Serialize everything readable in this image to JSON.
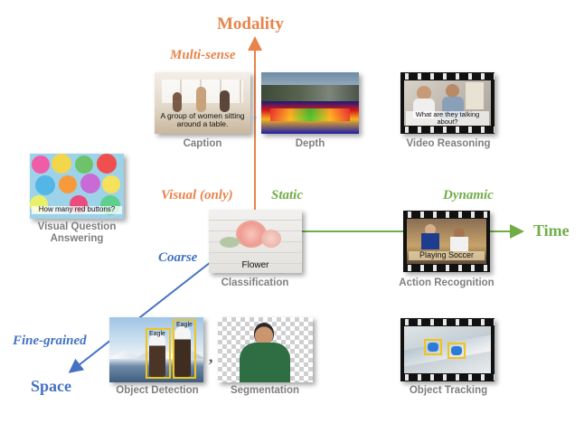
{
  "axes": {
    "modality": "Modality",
    "time": "Time",
    "space": "Space"
  },
  "annotations": {
    "multi_sense": "Multi-sense",
    "visual_only_prefix": "Visual (",
    "visual_only_word": "only",
    "visual_only_suffix": ")",
    "static": "Static",
    "dynamic": "Dynamic",
    "coarse": "Coarse",
    "fine_grained": "Fine-grained"
  },
  "tasks": {
    "caption": {
      "label": "Caption",
      "overlay": "A group of women sitting around a table."
    },
    "depth": {
      "label": "Depth"
    },
    "video_reasoning": {
      "label": "Video Reasoning",
      "overlay": "What are they talking about?"
    },
    "vqa": {
      "label_line1": "Visual Question",
      "label_line2": "Answering",
      "overlay": "How many red buttons?"
    },
    "classification": {
      "label": "Classification",
      "overlay": "Flower"
    },
    "action_recognition": {
      "label": "Action Recognition",
      "overlay": "Playing Soccer"
    },
    "object_detection": {
      "label": "Object Detection",
      "box1": "Eagle",
      "box2": "Eagle"
    },
    "segmentation": {
      "label": "Segmentation"
    },
    "object_tracking": {
      "label": "Object Tracking"
    }
  },
  "colors": {
    "modality": "#e8834a",
    "time": "#70ad47",
    "space": "#4472c4",
    "task_label": "#7f7f7f"
  }
}
